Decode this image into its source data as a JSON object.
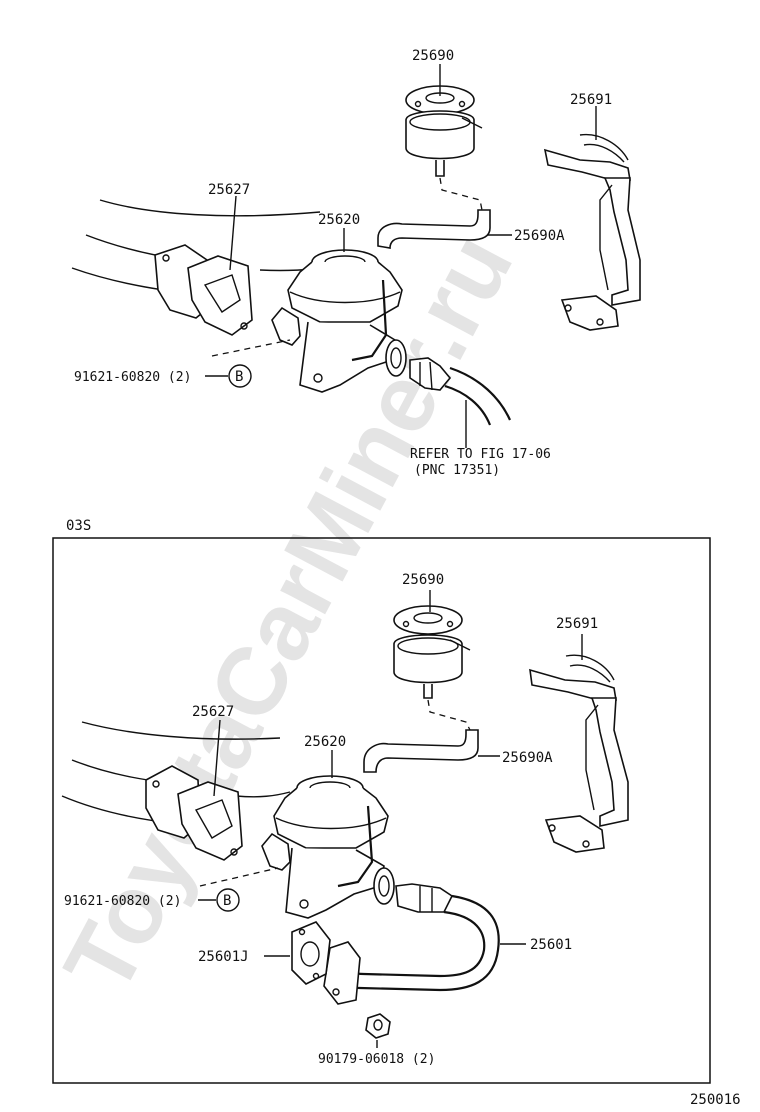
{
  "watermark": "ToyotaCarMiner.ru",
  "upper": {
    "callouts": {
      "p25690": "25690",
      "p25691": "25691",
      "p25627": "25627",
      "p25620": "25620",
      "p25690A": "25690A",
      "bolt": "91621-60820 (2)",
      "ref_line1": "REFER TO FIG 17-06",
      "ref_line2": "(PNC 17351)"
    },
    "marker": "B"
  },
  "lower": {
    "section_label": "03S",
    "callouts": {
      "p25690": "25690",
      "p25691": "25691",
      "p25627": "25627",
      "p25620": "25620",
      "p25690A": "25690A",
      "bolt": "91621-60820 (2)",
      "p25601J": "25601J",
      "p25601": "25601",
      "nut": "90179-06018 (2)"
    },
    "marker": "B"
  },
  "figure_number": "250016"
}
